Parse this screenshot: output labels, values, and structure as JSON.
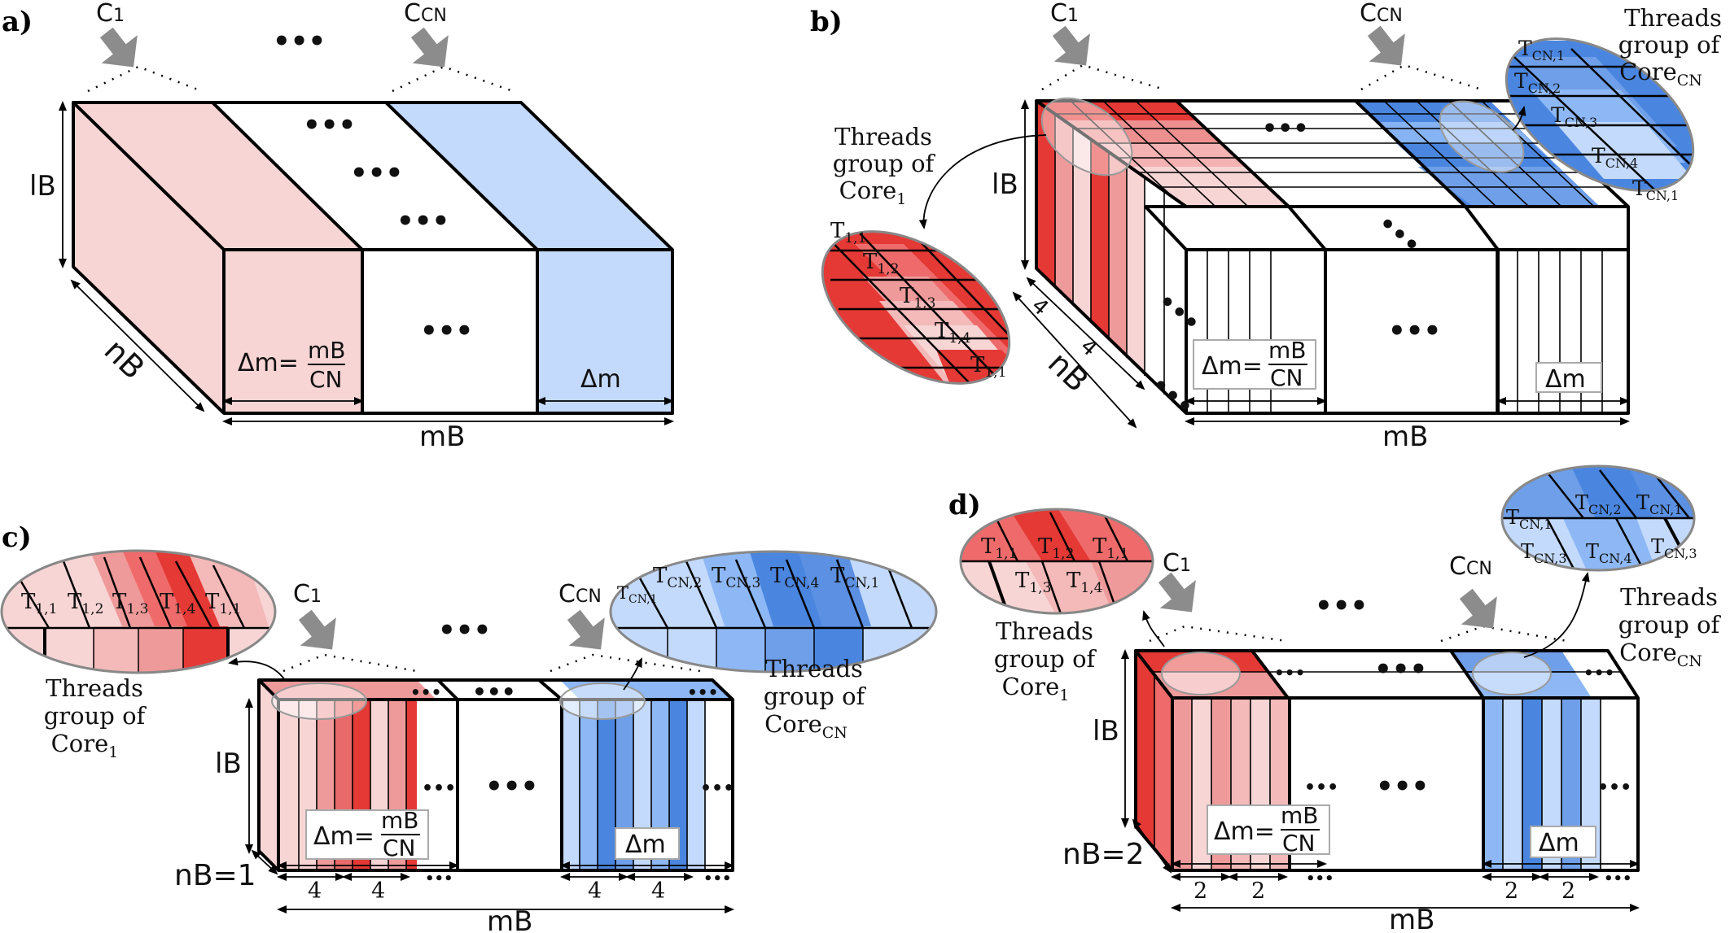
{
  "colors": {
    "red_light": "#f8d5d5",
    "red_mid": "#ef9a9a",
    "red": "#e53935",
    "blue_light": "#c4dafc",
    "blue_mid": "#8db8f5",
    "blue": "#4a86e0",
    "core_icon": "#8c8c8c"
  },
  "ellipsis": "•••",
  "small_ellipsis": "•••",
  "panel_a": {
    "label": "a)",
    "core_first": "C",
    "core_first_sub": "1",
    "core_last": "C",
    "core_last_sub": "CN",
    "dim_lb": "lB",
    "dim_nb": "nB",
    "dim_mb": "mB",
    "delta_prefix": "Δm=",
    "delta_num": "mB",
    "delta_den": "CN",
    "delta_last": "Δm"
  },
  "panel_b": {
    "label": "b)",
    "core_first": "C",
    "core_first_sub": "1",
    "core_last": "C",
    "core_last_sub": "CN",
    "dim_lb": "lB",
    "dim_nb": "nB",
    "dim_mb": "mB",
    "dim_four_a": "4",
    "dim_four_b": "4",
    "delta_prefix": "Δm=",
    "delta_num": "mB",
    "delta_den": "CN",
    "delta_last": "Δm",
    "group_first": [
      "Threads",
      "group of",
      "Core",
      "1"
    ],
    "group_last": [
      "Threads",
      "group of",
      "Core",
      "CN"
    ],
    "threads_first": [
      "T",
      "1,1",
      "T",
      "1,2",
      "T",
      "1,3",
      "T",
      "1,4",
      "T",
      "1,1"
    ],
    "threads_last": [
      "T",
      "CN,1",
      "T",
      "CN,2",
      "T",
      "CN,3",
      "T",
      "CN,4",
      "T",
      "CN,1"
    ]
  },
  "panel_c": {
    "label": "c)",
    "core_first": "C",
    "core_first_sub": "1",
    "core_last": "C",
    "core_last_sub": "CN",
    "dim_lb": "lB",
    "dim_nb": "nB=1",
    "dim_mb": "mB",
    "dims": [
      "4",
      "4",
      "4",
      "4"
    ],
    "delta_prefix": "Δm=",
    "delta_num": "mB",
    "delta_den": "CN",
    "delta_last": "Δm",
    "group_first": [
      "Threads",
      "group of",
      "Core",
      "1"
    ],
    "group_last": [
      "Threads",
      "group of",
      "Core",
      "CN"
    ],
    "threads_first": [
      "T",
      "1,1",
      "T",
      "1,2",
      "T",
      "1,3",
      "T",
      "1,4",
      "T",
      "1,1"
    ],
    "threads_last": [
      "T",
      "CN,1",
      "T",
      "CN,2",
      "T",
      "CN,3",
      "T",
      "CN,4",
      "T",
      "CN,1"
    ]
  },
  "panel_d": {
    "label": "d)",
    "core_first": "C",
    "core_first_sub": "1",
    "core_last": "C",
    "core_last_sub": "CN",
    "dim_lb": "lB",
    "dim_nb": "nB=2",
    "dim_mb": "mB",
    "dims": [
      "2",
      "2",
      "2",
      "2"
    ],
    "delta_prefix": "Δm=",
    "delta_num": "mB",
    "delta_den": "CN",
    "delta_last": "Δm",
    "group_first": [
      "Threads",
      "group of",
      "Core",
      "1"
    ],
    "group_last": [
      "Threads",
      "group of",
      "Core",
      "CN"
    ],
    "threads_first": [
      "T",
      "1,1",
      "T",
      "1,2",
      "T",
      "1,1",
      "T",
      "1,3",
      "T",
      "1,4"
    ],
    "threads_last": [
      "T",
      "CN,1",
      "T",
      "CN,2",
      "T",
      "CN,1",
      "T",
      "CN,3",
      "T",
      "CN,4",
      "T",
      "CN,3"
    ]
  }
}
